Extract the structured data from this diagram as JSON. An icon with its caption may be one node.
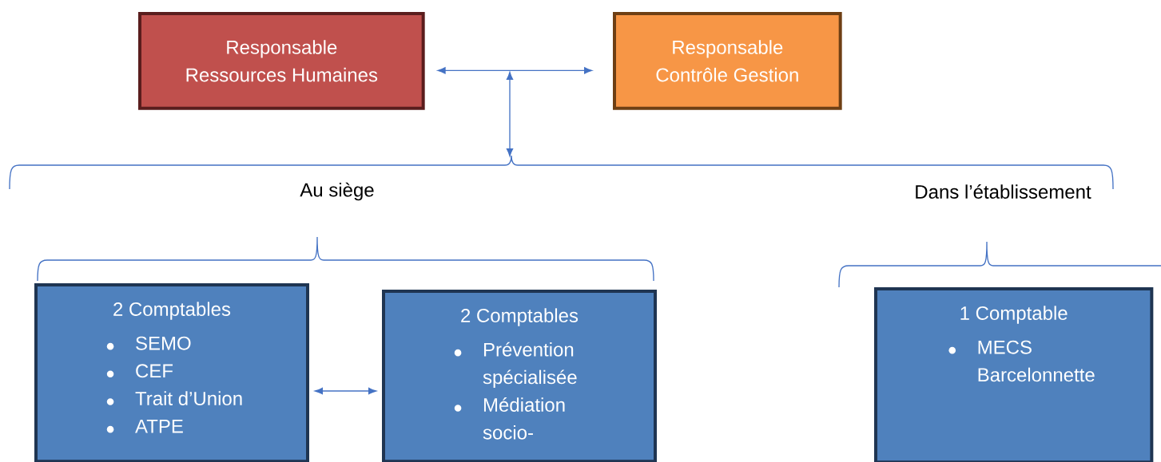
{
  "diagram": {
    "nodes": [
      {
        "text": [
          "Responsable Ressources Humaines"
        ]
      },
      {
        "text": [
          "Responsable Contrôle Gestion"
        ]
      },
      {
        "text": [
          "2 Comptables",
          "SEMO",
          "CEF",
          "Trait d’Union",
          "ATPE"
        ]
      },
      {
        "text": [
          "2 Comptables",
          "Prévention spécialisée",
          "Médiation socio-"
        ]
      },
      {
        "text": [
          "1 Comptable",
          "MECS Barcelonnette"
        ]
      }
    ],
    "edges": [
      {
        "from": 0,
        "to": 1,
        "arrow": "both"
      },
      {
        "from": 2,
        "to": 3,
        "arrow": "both"
      }
    ],
    "labels": [
      "Au siège",
      "Dans l’établissement"
    ]
  }
}
